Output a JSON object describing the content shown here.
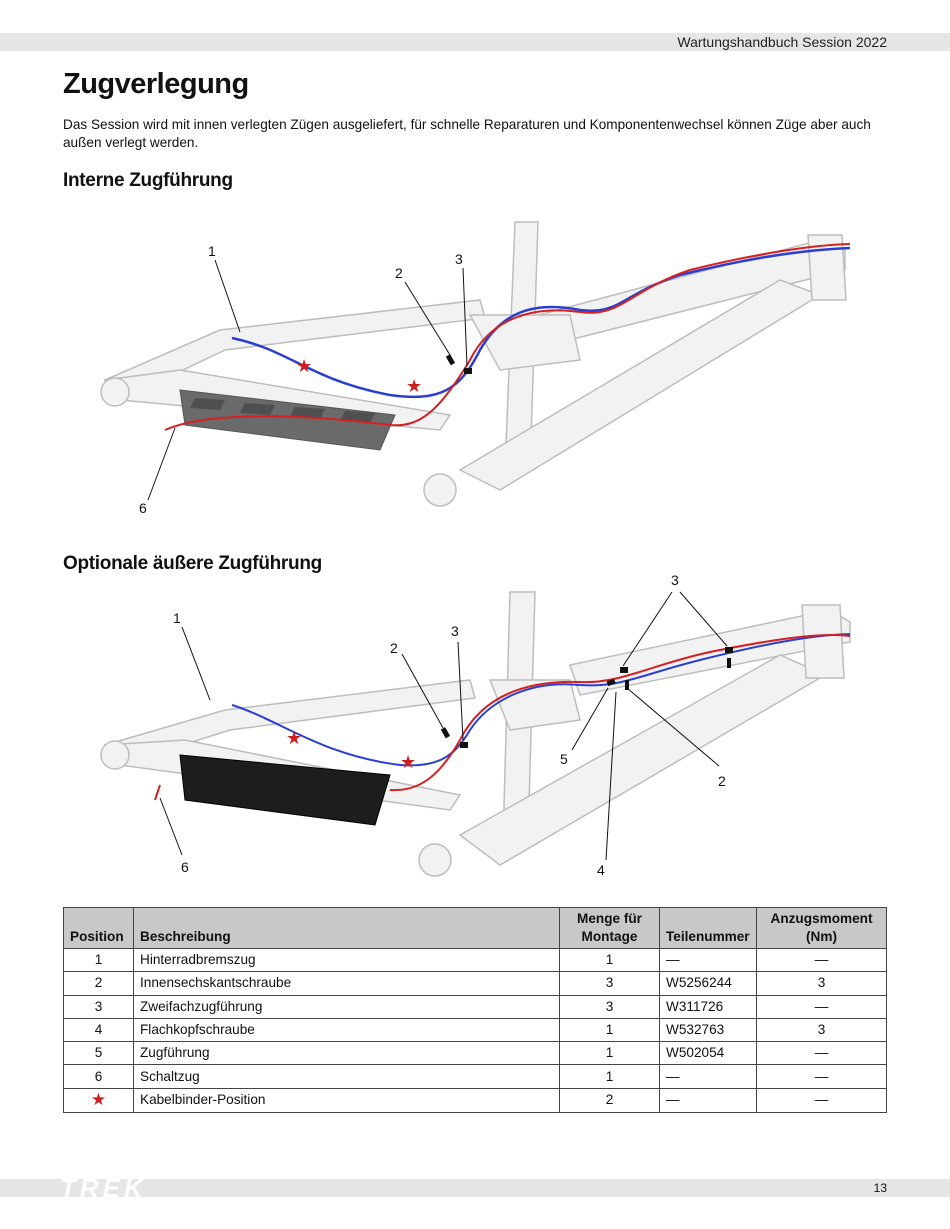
{
  "header": {
    "manual_title": "Wartungshandbuch Session 2022"
  },
  "page": {
    "title": "Zugverlegung",
    "intro": "Das Session wird mit innen verlegten Zügen ausgeliefert, für schnelle Reparaturen und Komponentenwechsel können Züge aber auch außen verlegt werden."
  },
  "section_internal": {
    "title": "Interne Zugführung",
    "callouts": [
      "1",
      "2",
      "3",
      "6"
    ]
  },
  "section_external": {
    "title": "Optionale äußere Zugführung",
    "callouts": [
      "1",
      "2",
      "3",
      "3",
      "5",
      "2",
      "4",
      "6"
    ]
  },
  "colors": {
    "brake_cable": "#2a3fd1",
    "shift_cable": "#d42020",
    "star": "#cc1f1f",
    "frame": "#efefef"
  },
  "table": {
    "headers": {
      "position": "Position",
      "description": "Beschreibung",
      "qty": "Menge für Montage",
      "part": "Teilenummer",
      "torque": "Anzugsmoment (Nm)"
    },
    "rows": [
      {
        "position": "1",
        "description": "Hinterradbremszug",
        "qty": "1",
        "part": "—",
        "torque": "—"
      },
      {
        "position": "2",
        "description": "Innensechskantschraube",
        "qty": "3",
        "part": "W5256244",
        "torque": "3"
      },
      {
        "position": "3",
        "description": "Zweifachzugführung",
        "qty": "3",
        "part": "W311726",
        "torque": "—"
      },
      {
        "position": "4",
        "description": "Flachkopfschraube",
        "qty": "1",
        "part": "W532763",
        "torque": "3"
      },
      {
        "position": "5",
        "description": "Zugführung",
        "qty": "1",
        "part": "W502054",
        "torque": "—"
      },
      {
        "position": "6",
        "description": "Schaltzug",
        "qty": "1",
        "part": "—",
        "torque": "—"
      },
      {
        "position": "★",
        "description": "Kabelbinder-Position",
        "qty": "2",
        "part": "—",
        "torque": "—",
        "is_star": true
      }
    ]
  },
  "footer": {
    "brand": "TREK",
    "page_number": "13"
  }
}
